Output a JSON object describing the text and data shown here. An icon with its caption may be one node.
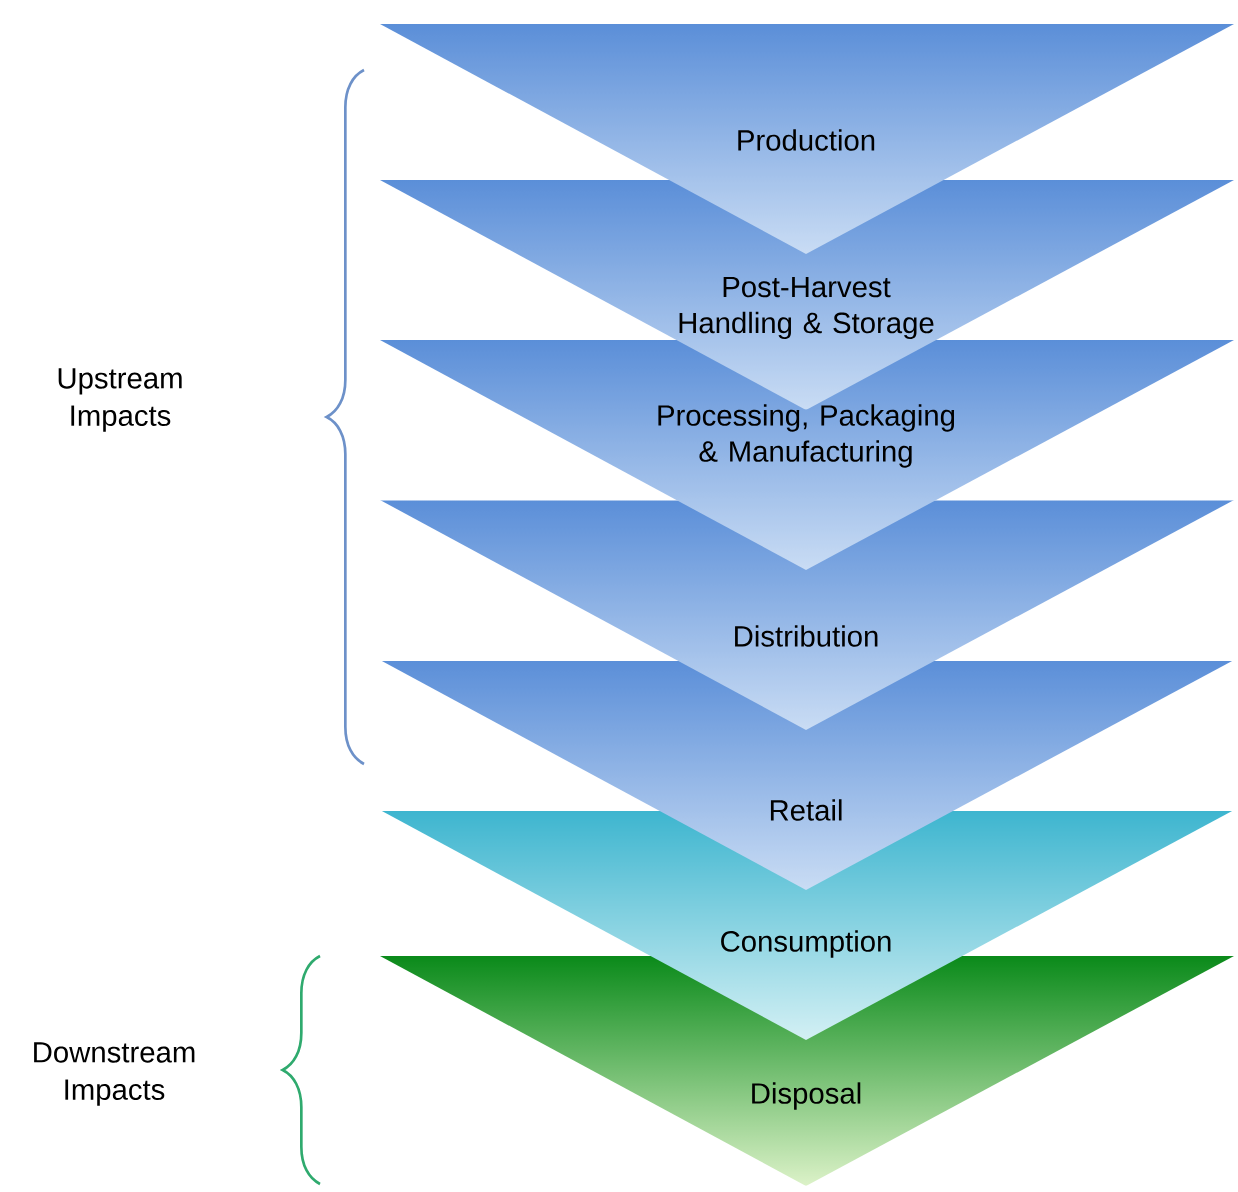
{
  "diagram": {
    "nodes": [
      {
        "text": [
          "Production"
        ]
      },
      {
        "text": [
          "Post-Harvest Handling & Storage"
        ]
      },
      {
        "text": [
          "Processing, Packaging & Manufacturing"
        ]
      },
      {
        "text": [
          "Distribution"
        ]
      },
      {
        "text": [
          "Retail"
        ]
      },
      {
        "text": [
          "Consumption"
        ]
      },
      {
        "text": [
          "Disposal"
        ]
      }
    ],
    "labels": [
      "Upstream Impacts",
      "Downstream Impacts"
    ]
  }
}
